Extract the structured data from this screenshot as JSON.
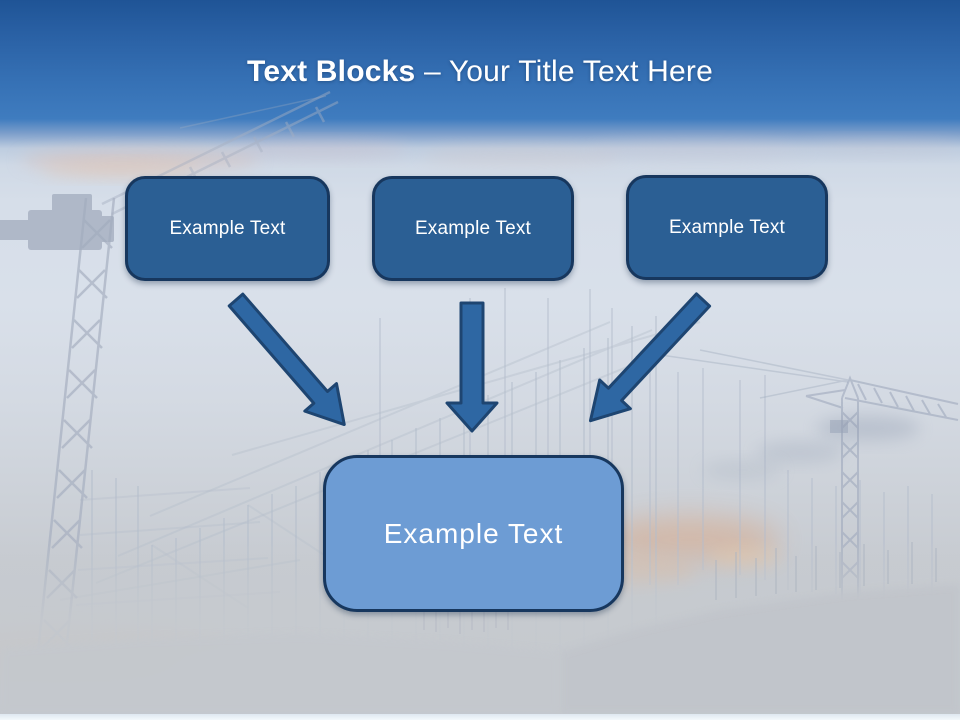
{
  "slide": {
    "title": {
      "bold": "Text Blocks",
      "separator": "–",
      "rest": "Your Title Text Here"
    },
    "top_blocks": [
      {
        "label": "Example Text"
      },
      {
        "label": "Example Text"
      },
      {
        "label": "Example Text"
      }
    ],
    "bottom_block": {
      "label": "Example Text"
    },
    "colors": {
      "header_gradient_top": "#1F5496",
      "header_gradient_bottom": "#3F7CBF",
      "block_fill": "#2B5F94",
      "block_border": "#17375E",
      "arrow_fill": "#2E67A3",
      "arrow_border": "#1E4571",
      "bottom_block_fill": "#6D9CD4",
      "bottom_block_border": "#17375E",
      "text_color": "#FFFFFF"
    },
    "icons": {
      "arrow_left": "arrow-down-right-icon",
      "arrow_middle": "arrow-down-icon",
      "arrow_right": "arrow-down-left-icon"
    }
  }
}
